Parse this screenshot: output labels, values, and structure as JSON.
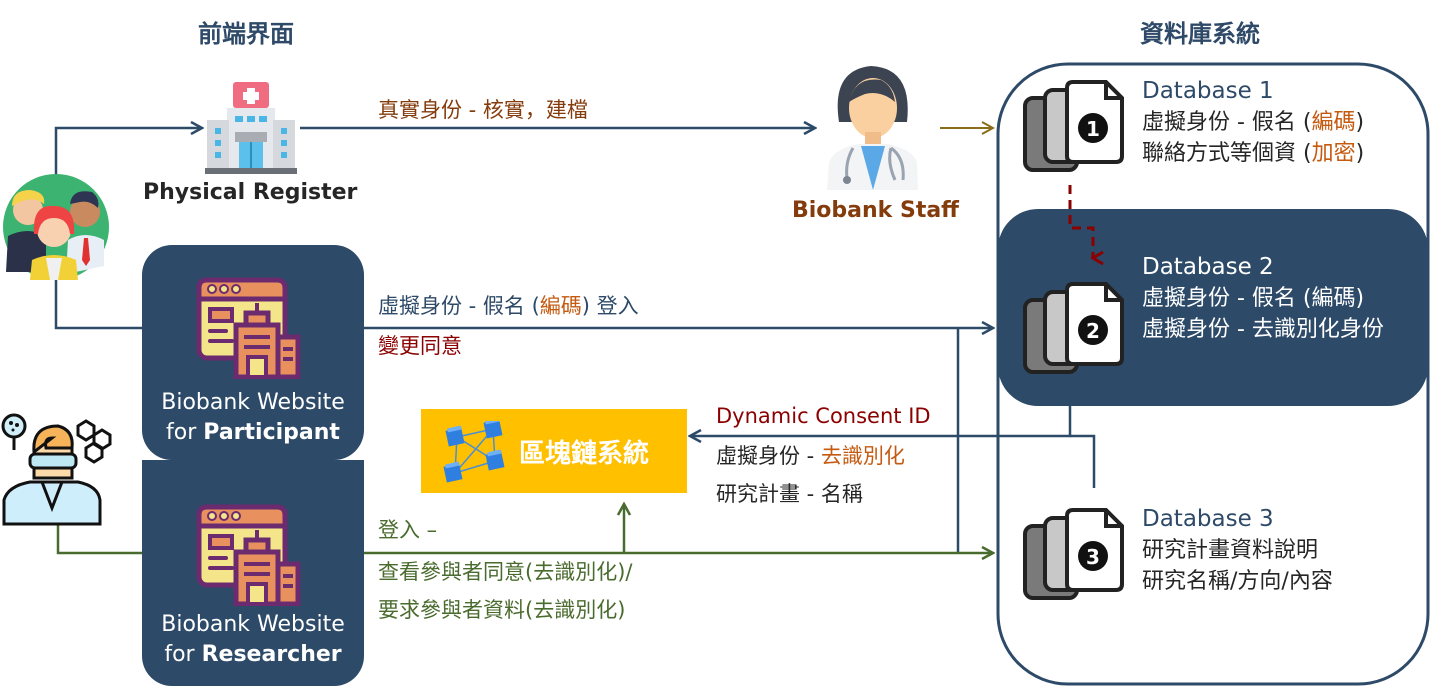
{
  "headings": {
    "frontend": "前端界面",
    "database_system": "資料庫系統"
  },
  "actors": {
    "physical_register": "Physical Register",
    "biobank_staff": "Biobank Staff"
  },
  "websites": {
    "participant": {
      "line1": "Biobank Website",
      "line2_prefix": "for ",
      "line2_bold": "Participant"
    },
    "researcher": {
      "line1": "Biobank Website",
      "line2_prefix": "for ",
      "line2_bold": "Researcher"
    }
  },
  "blockchain": {
    "label": "區塊鏈系統"
  },
  "flows": {
    "real_identity": "真實身份 - 核實，建檔",
    "participant_login_pre": "虛擬身份 - 假名 (",
    "participant_login_code": "編碼",
    "participant_login_post": ") 登入",
    "change_consent": "變更同意",
    "dynamic_consent_id": "Dynamic Consent ID",
    "virtual_identity_pre": "虛擬身份 - ",
    "virtual_identity_deid": "去識別化",
    "project_name": "研究計畫 - 名稱",
    "researcher_login": "登入 –",
    "researcher_view": "查看參與者同意(去識別化)/",
    "researcher_request": "要求參與者資料(去識別化)"
  },
  "databases": [
    {
      "badge": "1",
      "title": "Database 1",
      "line1_pre": "虛擬身份 - 假名 (",
      "line1_hl": "編碼",
      "line1_post": ")",
      "line2_pre": "聯絡方式等個資 (",
      "line2_hl": "加密",
      "line2_post": ")"
    },
    {
      "badge": "2",
      "title": "Database 2",
      "line1": "虛擬身份 - 假名 (編碼)",
      "line2": "虛擬身份 - 去識別化身份"
    },
    {
      "badge": "3",
      "title": "Database 3",
      "line1": "研究計畫資料說明",
      "line2": "研究名稱/方向/內容"
    }
  ],
  "colors": {
    "navy": "#2d4a68",
    "green_flow": "#4a6b2e",
    "maroon": "#8b0000",
    "orange": "#c55a11",
    "brown": "#843c0c",
    "blockchain_bg": "#ffc000",
    "staff_arrow": "#8a6d1a"
  }
}
